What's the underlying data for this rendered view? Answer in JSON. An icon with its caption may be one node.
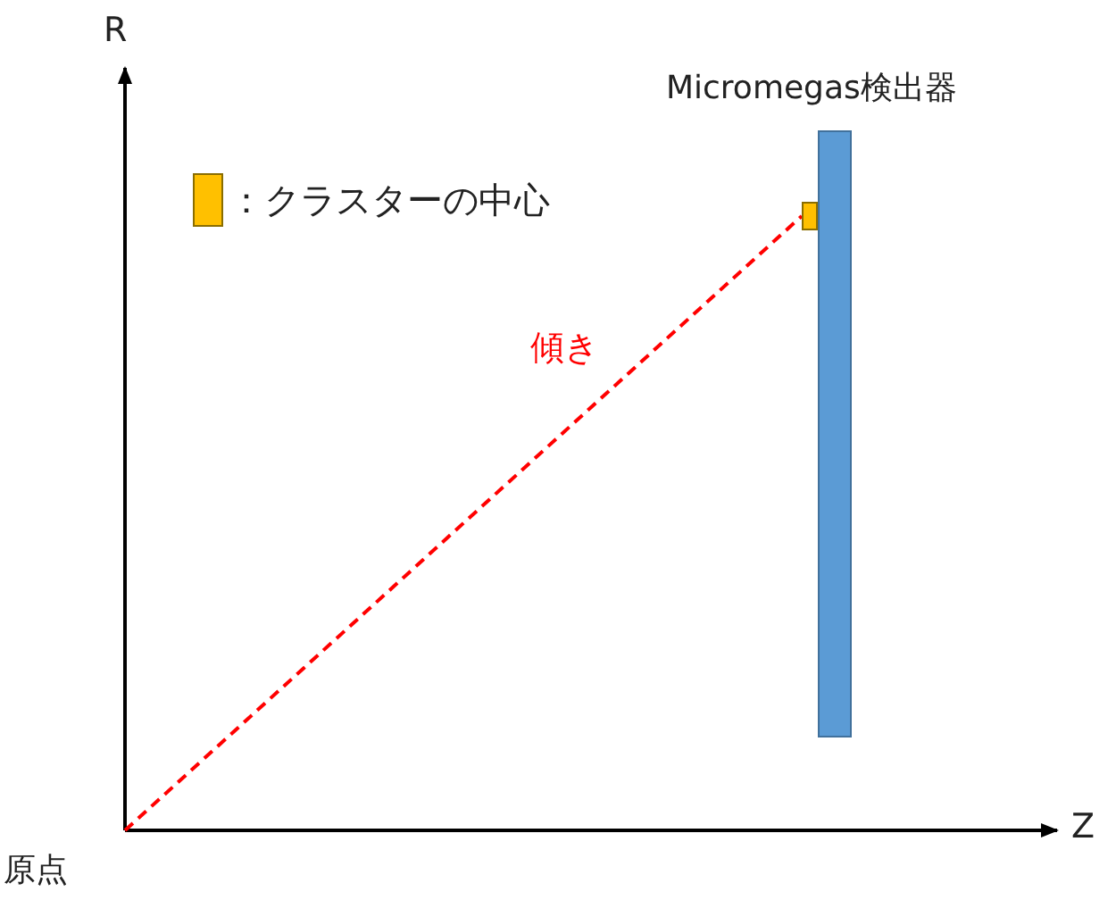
{
  "diagram": {
    "nodes": [
      {
        "text": [
          "原点"
        ]
      },
      {
        "text": [],
        "shape": "box"
      },
      {
        "text": [
          "Micromegas検出器"
        ]
      }
    ],
    "edges": [
      {
        "from": 0,
        "to": 1,
        "arrow": "none",
        "label": "傾き",
        "style": "dashed",
        "color": "#ff0000"
      }
    ],
    "labels": [
      "R",
      "Z"
    ],
    "legend": [
      {
        "text": "：クラスターの中心",
        "color": "#ffc000"
      }
    ]
  }
}
